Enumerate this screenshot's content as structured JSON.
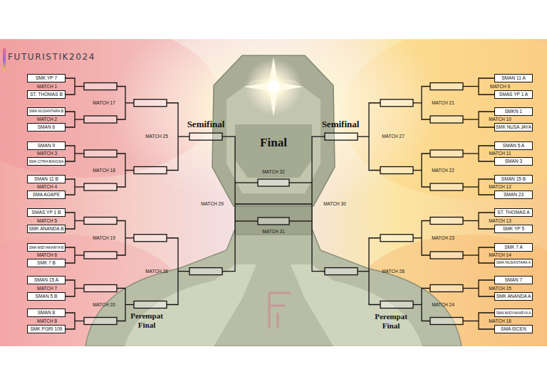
{
  "diagram": {
    "title": "FUTURISTIK2024",
    "nodes": [
      {
        "text": [
          "SMK YP 7"
        ]
      },
      {
        "text": [
          "ST. THOMAS B"
        ]
      },
      {
        "text": [
          "SMA NUSANTARA B"
        ]
      },
      {
        "text": [
          "SMAN 6"
        ]
      },
      {
        "text": [
          "SMAN 9"
        ]
      },
      {
        "text": [
          "SMA CITRA BANGSA"
        ]
      },
      {
        "text": [
          "SMAN 11 B"
        ]
      },
      {
        "text": [
          "SMA AGAPE"
        ]
      },
      {
        "text": [
          "SMAS YP 1 B"
        ]
      },
      {
        "text": [
          "SMK ANANDA B"
        ]
      },
      {
        "text": [
          "SMA WIDYAKARYA B"
        ]
      },
      {
        "text": [
          "SMK 7 B"
        ]
      },
      {
        "text": [
          "SMAN 15 A"
        ]
      },
      {
        "text": [
          "SMAN 5 B"
        ]
      },
      {
        "text": [
          "SMAN 8"
        ]
      },
      {
        "text": [
          "SMK PGRI 109"
        ]
      },
      {
        "text": [
          "SMAN 11 A"
        ]
      },
      {
        "text": [
          "SMAS YP 1 A"
        ]
      },
      {
        "text": [
          "SMKN 1"
        ]
      },
      {
        "text": [
          "SMK NUSA JAYA"
        ]
      },
      {
        "text": [
          "SMAN 5 A"
        ]
      },
      {
        "text": [
          "SMAN 3"
        ]
      },
      {
        "text": [
          "SMAN 15 B"
        ]
      },
      {
        "text": [
          "SMAN 23"
        ]
      },
      {
        "text": [
          "ST. THOMAS A"
        ]
      },
      {
        "text": [
          "SMK YP 5"
        ]
      },
      {
        "text": [
          "SMK 7 A"
        ]
      },
      {
        "text": [
          "SMA NUSANTARA A"
        ]
      },
      {
        "text": [
          "SMAN 7"
        ]
      },
      {
        "text": [
          "SMK ANANDA A"
        ]
      },
      {
        "text": [
          "SMA WIDYAKARYA A"
        ]
      },
      {
        "text": [
          "SMA ISCEN"
        ]
      }
    ],
    "labels": [
      "MATCH 1",
      "MATCH 2",
      "MATCH 3",
      "MATCH 4",
      "MATCH 5",
      "MATCH 6",
      "MATCH 7",
      "MATCH 8",
      "MATCH 9",
      "MATCH 10",
      "MATCH 11",
      "MATCH 12",
      "MATCH 13",
      "MATCH 14",
      "MATCH 15",
      "MATCH 16",
      "MATCH 17",
      "MATCH 18",
      "MATCH 19",
      "MATCH 20",
      "MATCH 21",
      "MATCH 22",
      "MATCH 23",
      "MATCH 24",
      "MATCH 25",
      "MATCH 26",
      "MATCH 27",
      "MATCH 28",
      "MATCH 29",
      "MATCH 30",
      "MATCH 31",
      "MATCH 32",
      "Semifinal",
      "Semifinal",
      "Final",
      "Perempat Final",
      "Perempat Final"
    ]
  }
}
